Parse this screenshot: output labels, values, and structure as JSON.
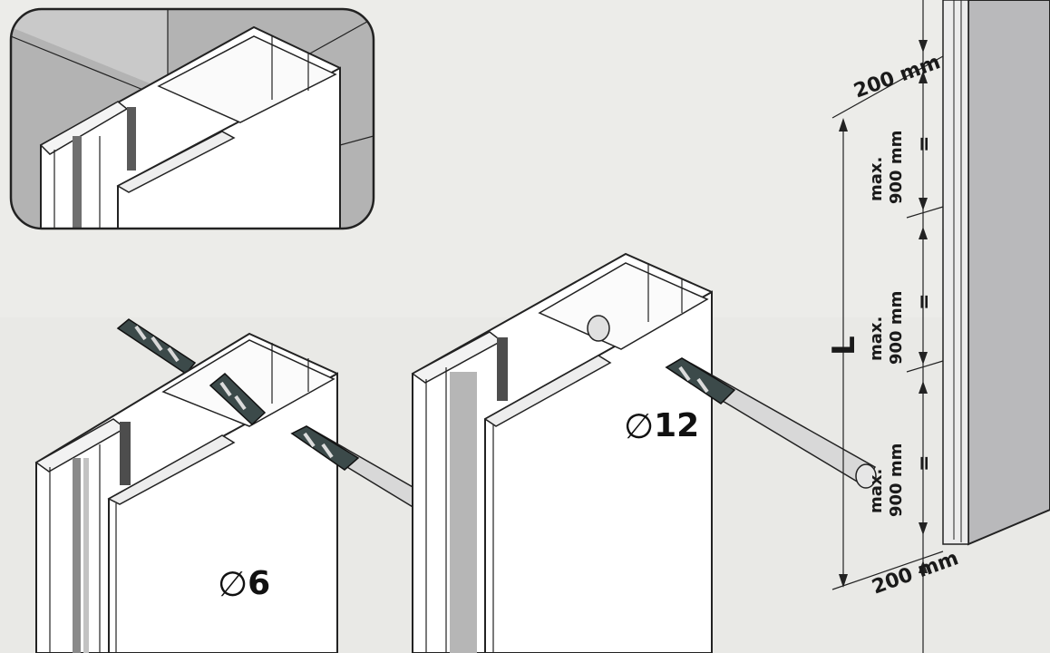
{
  "hole_a": {
    "symbol": "∅",
    "value": "6"
  },
  "hole_b": {
    "symbol": "∅",
    "value": "12"
  },
  "dimensions": {
    "top_offset": "200 mm",
    "bottom_offset": "200 mm",
    "max_label": "max.",
    "spacing": "900 mm",
    "length_label": "L",
    "equal_sign": "="
  },
  "colors": {
    "background": "#ececea",
    "profile": "#ffffff",
    "outline": "#222222",
    "wall": "#b9b9bb",
    "drill_bit": "#3c4a4a"
  }
}
